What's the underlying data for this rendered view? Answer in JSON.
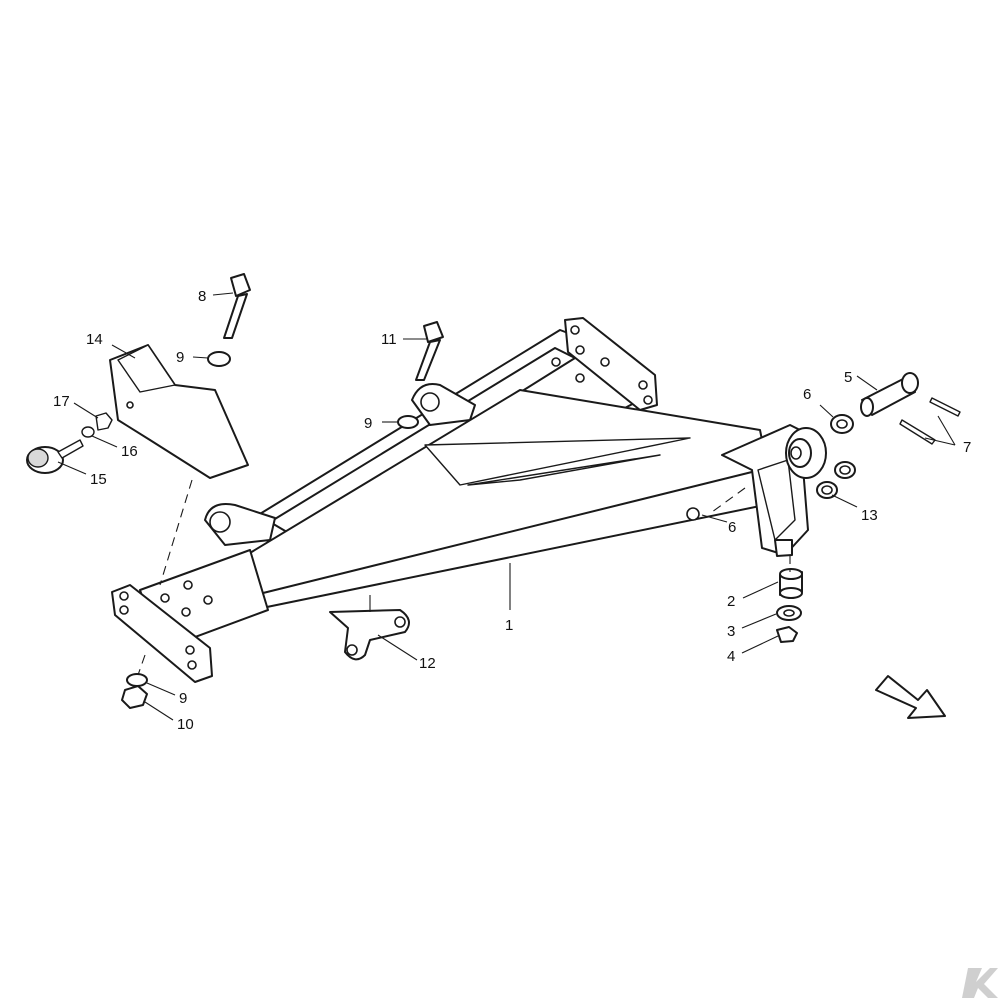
{
  "callouts": {
    "c1": "1",
    "c2": "2",
    "c3": "3",
    "c4": "4",
    "c5": "5",
    "c6a": "6",
    "c6b": "6",
    "c7": "7",
    "c8": "8",
    "c9a": "9",
    "c9b": "9",
    "c9c": "9",
    "c10": "10",
    "c11": "11",
    "c12": "12",
    "c13": "13",
    "c14": "14",
    "c15": "15",
    "c16": "16",
    "c17": "17"
  },
  "icons": {
    "direction_arrow": "direction-arrow-icon",
    "watermark": "brand-logo-icon"
  },
  "logo_text": "K",
  "colors": {
    "line": "#1a1a1a",
    "background": "#ffffff",
    "watermark": "#c8c8c8"
  }
}
